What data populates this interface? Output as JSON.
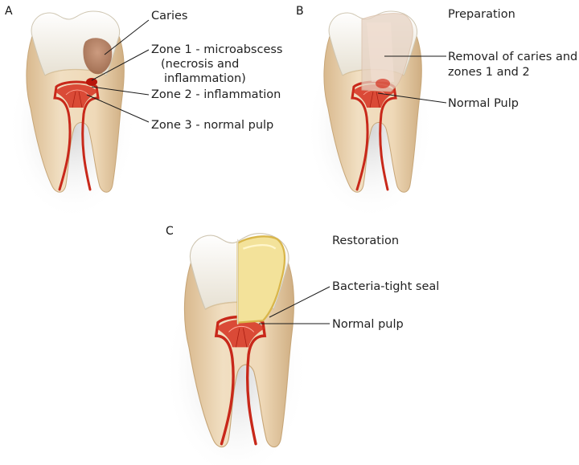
{
  "panels": {
    "a": {
      "letter": "A",
      "labels": {
        "caries": "Caries",
        "zone1_l1": "Zone 1 - microabscess",
        "zone1_l2": "(necrosis and",
        "zone1_l3": "inflammation)",
        "zone2": "Zone 2 - inflammation",
        "zone3": "Zone 3 - normal pulp"
      }
    },
    "b": {
      "letter": "B",
      "labels": {
        "title": "Preparation",
        "removal_l1": "Removal of caries and",
        "removal_l2": "zones 1 and 2",
        "normal_pulp": "Normal Pulp"
      }
    },
    "c": {
      "letter": "C",
      "labels": {
        "title": "Restoration",
        "seal": "Bacteria-tight seal",
        "normal_pulp": "Normal pulp"
      }
    }
  },
  "colors": {
    "enamel": "#f4f0e6",
    "dentin": "#ecd6b4",
    "pulp": "#d6301f",
    "caries": "#b07a5a",
    "restoration": "#f3e29a",
    "restoration_edge": "#d9b64a"
  }
}
